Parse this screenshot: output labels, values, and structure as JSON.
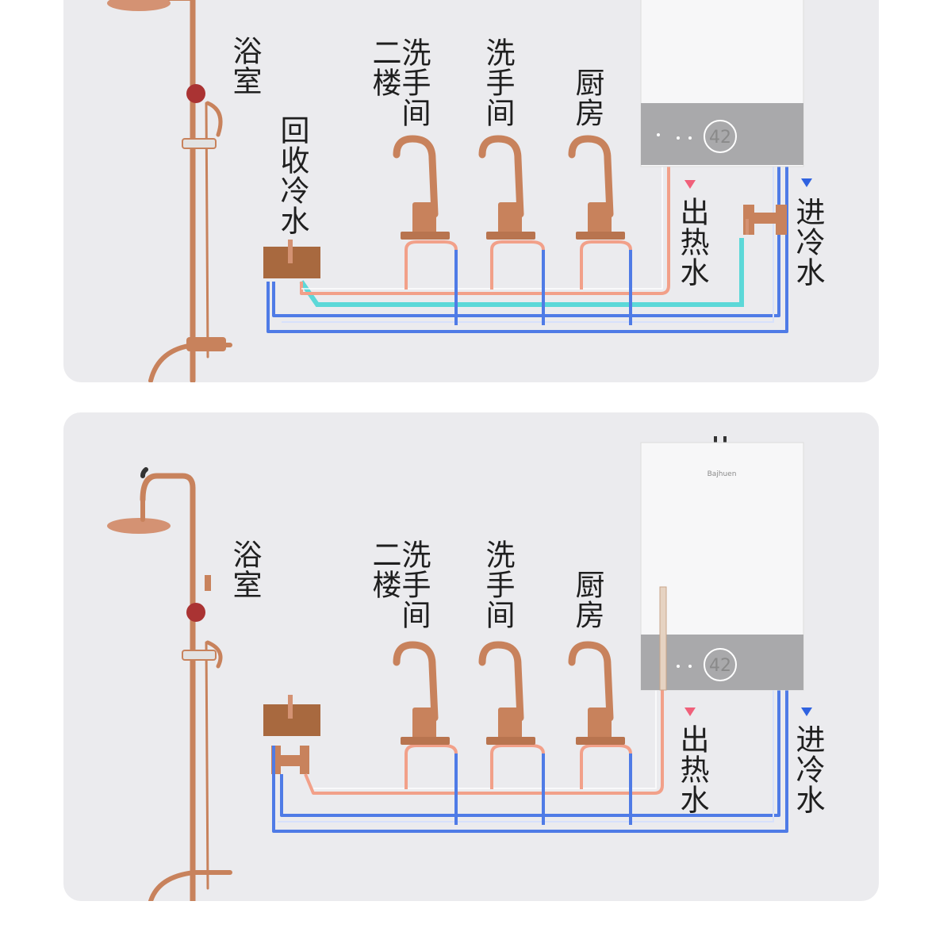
{
  "colors": {
    "hot_pipe": "#f2a089",
    "cold_pipe": "#4f7be6",
    "recirc_pipe": "#5cd8d8",
    "copper": "#c8825c",
    "hot_arrow": "#f0607a",
    "cold_arrow": "#2f62e0",
    "panel_bg": "#ebebee"
  },
  "top_diagram": {
    "bathroom": "浴室",
    "recycle_cold_water": "回收冷水",
    "second_floor_wash_col1": "洗手间",
    "second_floor_wash_col2": "二楼",
    "washroom": "洗手间",
    "kitchen": "厨房",
    "hot_water_out": "出热水",
    "cold_water_in": "进冷水",
    "heater_logo": "42"
  },
  "bottom_diagram": {
    "bathroom": "浴室",
    "second_floor_wash_col1": "洗手间",
    "second_floor_wash_col2": "二楼",
    "washroom": "洗手间",
    "kitchen": "厨房",
    "hot_water_out": "出热水",
    "cold_water_in": "进冷水",
    "heater_logo": "42",
    "heater_brand": "Bajhuen"
  }
}
